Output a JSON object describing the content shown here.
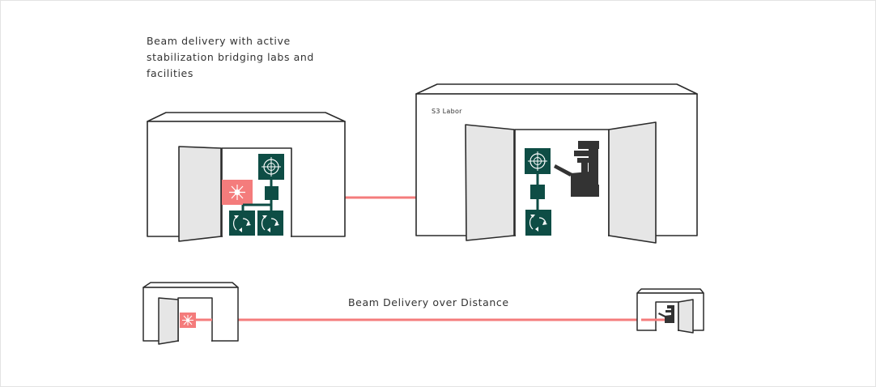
{
  "captions": {
    "main": "Beam delivery with active stabilization bridging labs and facilities",
    "distance": "Beam Delivery over Distance"
  },
  "rooms": {
    "right_label": "S3 Labor"
  },
  "icons": {
    "laser": "laser-source-icon",
    "target": "crosshair-target-icon",
    "actuator": "rotation-actuator-icon",
    "controller": "controller-square-icon",
    "microscope": "microscope-icon"
  },
  "colors": {
    "beam": "#f47c7c",
    "laser_box": "#f47c7c",
    "module": "#0e4d45",
    "outline": "#2b2b2b",
    "door": "#e6e6e6",
    "microscope": "#333333"
  }
}
